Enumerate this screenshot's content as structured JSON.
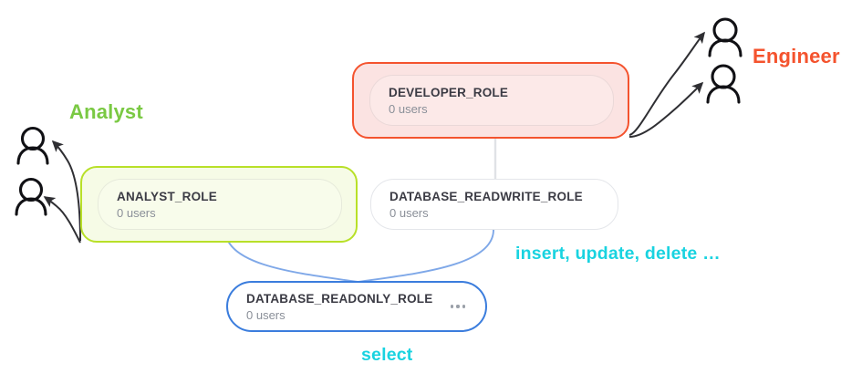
{
  "graph": {
    "nodes": [
      {
        "id": "developer",
        "title": "DEVELOPER_ROLE",
        "users": "0 users",
        "state": "highlighted-red"
      },
      {
        "id": "analyst",
        "title": "ANALYST_ROLE",
        "users": "0 users",
        "state": "highlighted-green"
      },
      {
        "id": "readwrite",
        "title": "DATABASE_READWRITE_ROLE",
        "users": "0 users",
        "state": "default"
      },
      {
        "id": "readonly",
        "title": "DATABASE_READONLY_ROLE",
        "users": "0 users",
        "state": "selected"
      }
    ],
    "node_menu": {
      "icon": "more-horizontal-icon",
      "label": "..."
    },
    "edges": [
      {
        "from": "developer",
        "to": "readwrite",
        "style": "straight-gray"
      },
      {
        "from": "analyst",
        "to": "readonly",
        "style": "curve-blue"
      },
      {
        "from": "readwrite",
        "to": "readonly",
        "style": "curve-blue"
      }
    ],
    "user_arrows": [
      {
        "from": "developer",
        "direction": "right",
        "icon": "person-icon"
      },
      {
        "from": "developer",
        "direction": "right",
        "icon": "person-icon"
      },
      {
        "from": "analyst",
        "direction": "left",
        "icon": "person-icon"
      },
      {
        "from": "analyst",
        "direction": "left",
        "icon": "person-icon"
      }
    ]
  },
  "annotations": [
    {
      "id": "engineer",
      "text": "Engineer",
      "color": "#f4532e"
    },
    {
      "id": "analyst",
      "text": "Analyst",
      "color": "#7ac943"
    },
    {
      "id": "insert",
      "text": "insert, update, delete …",
      "color": "#19d3e0"
    },
    {
      "id": "select",
      "text": "select",
      "color": "#19d3e0"
    }
  ],
  "colors": {
    "accent_red": "#f4532e",
    "accent_green": "#b8e028",
    "accent_cyan": "#19d3e0",
    "selected_blue": "#3b7ddd",
    "edge_blue": "#7fa8e8",
    "edge_gray": "#e0e2e6",
    "node_border": "#e4e6ea",
    "title_text": "#3b3b44",
    "sub_text": "#8a8f98"
  }
}
